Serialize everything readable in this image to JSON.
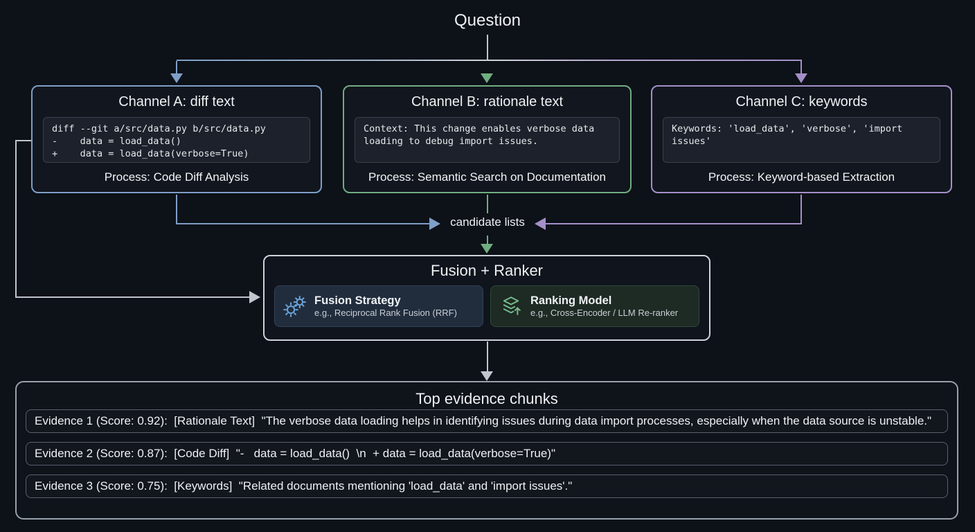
{
  "question_label": "Question",
  "candidate_label": "candidate lists",
  "channels": [
    {
      "title": "Channel A: diff text",
      "code": "diff --git a/src/data.py b/src/data.py\n-    data = load_data()\n+    data = load_data(verbose=True)",
      "process": "Process: Code Diff Analysis",
      "accent": "#7e9fc7"
    },
    {
      "title": "Channel B: rationale text",
      "code": "Context: This change enables verbose data loading to debug import issues.",
      "process": "Process: Semantic Search on Documentation",
      "accent": "#6fae80"
    },
    {
      "title": "Channel C: keywords",
      "code": "Keywords: 'load_data', 'verbose', 'import issues'",
      "process": "Process: Keyword-based Extraction",
      "accent": "#a490c8"
    }
  ],
  "fusion": {
    "title": "Fusion + Ranker",
    "cards": [
      {
        "icon": "gears-icon",
        "title": "Fusion Strategy",
        "subtitle": "e.g., Reciprocal Rank Fusion (RRF)",
        "accent": "#6ba3da"
      },
      {
        "icon": "layers-rank-icon",
        "title": "Ranking Model",
        "subtitle": "e.g., Cross-Encoder / LLM Re-ranker",
        "accent": "#74ba88"
      }
    ]
  },
  "evidence": {
    "title": "Top evidence chunks",
    "items": [
      "Evidence 1 (Score: 0.92):  [Rationale Text]  \"The verbose data loading helps in identifying issues during data import processes, especially when the data source is unstable.\"",
      "Evidence 2 (Score: 0.87):  [Code Diff]  \"-   data = load_data()  \\n  + data = load_data(verbose=True)\"",
      "Evidence 3 (Score: 0.75):  [Keywords]  \"Related documents mentioning 'load_data' and 'import issues'.\""
    ]
  },
  "colors": {
    "background": "#0d1118",
    "channel_a_accent": "#7e9fc7",
    "channel_b_accent": "#6fae80",
    "channel_c_accent": "#a490c8",
    "neutral_line": "#bfc6ce",
    "fusion_border": "#ced3da",
    "evidence_border": "#99a1aa"
  }
}
